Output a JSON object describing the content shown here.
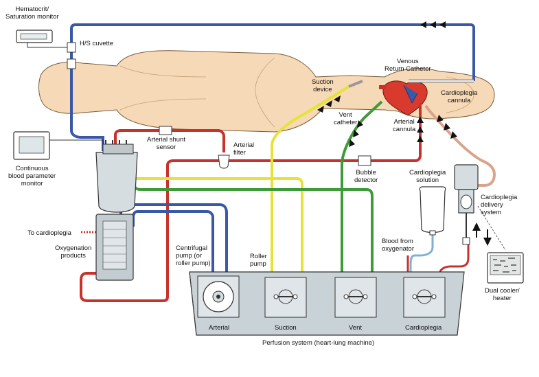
{
  "labels": {
    "hematocrit_monitor": "Hematocrit/\nSaturation monitor",
    "hs_cuvette": "H/S cuvette",
    "venous_return_catheter": "Venous\nReturn Catheter",
    "suction_device": "Suction\ndevice",
    "vent_catheter": "Vent\ncatheter",
    "cardioplegia_cannula": "Cardioplegia\ncannula",
    "arterial_cannula": "Arterial\ncannula",
    "arterial_shunt_sensor": "Arterial shunt\nsensor",
    "arterial_filter": "Arterial\nfilter",
    "continuous_blood_monitor": "Continuous\nblood parameter\nmonitor",
    "bubble_detector": "Bubble\ndetector",
    "cardioplegia_solution": "Cardioplegia\nsolution",
    "cardioplegia_delivery_system": "Cardioplegia\ndelivery\nsystem",
    "to_cardioplegia": "To cardioplegia",
    "oxygenation_products": "Oxygenation\nproducts",
    "centrifugal_pump": "Centrifugal\npump (or\nroller pump)",
    "roller_pump": "Roller\npump",
    "blood_from_oxygenator": "Blood from\noxygenator",
    "dual_cooler_heater": "Dual cooler/\nheater",
    "pump_arterial": "Arterial",
    "pump_suction": "Suction",
    "pump_vent": "Vent",
    "pump_cardioplegia": "Cardioplegia",
    "perfusion_system": "Perfusion system (heart-lung machine)"
  },
  "colors": {
    "venous_line": "#3a58a8",
    "arterial_line": "#c8322c",
    "suction_line": "#e6e23a",
    "vent_line": "#3f9a3a",
    "cardioplegia_line": "#d9a48c",
    "body_fill": "#f6d9b6",
    "console_fill": "#c9d2d6",
    "heart": "#d93a2e"
  }
}
